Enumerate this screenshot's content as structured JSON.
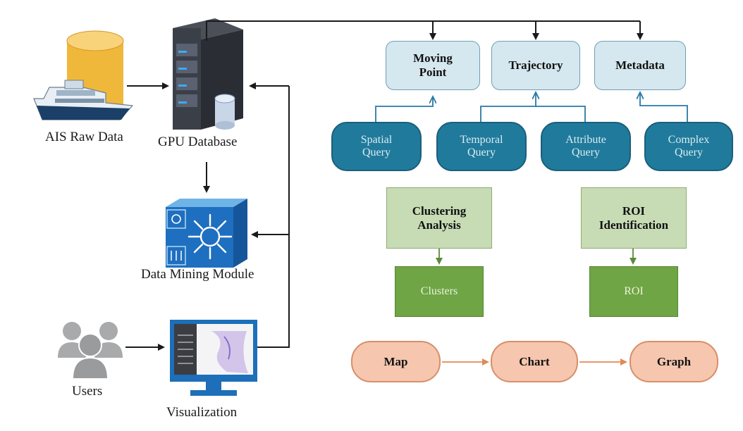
{
  "system": {
    "ais_label": "AIS Raw Data",
    "gpu_label": "GPU Database",
    "mining_label": "Data Mining Module",
    "users_label": "Users",
    "vis_label": "Visualization"
  },
  "entities": [
    {
      "line1": "Moving",
      "line2": "Point"
    },
    {
      "line1": "Trajectory",
      "line2": ""
    },
    {
      "line1": "Metadata",
      "line2": ""
    }
  ],
  "queries": [
    {
      "line1": "Spatial",
      "line2": "Query"
    },
    {
      "line1": "Temporal",
      "line2": "Query"
    },
    {
      "line1": "Attribute",
      "line2": "Query"
    },
    {
      "line1": "Complex",
      "line2": "Query"
    }
  ],
  "analysis": [
    {
      "line1": "Clustering",
      "line2": "Analysis",
      "result": "Clusters"
    },
    {
      "line1": "ROI",
      "line2": "Identification",
      "result": "ROI"
    }
  ],
  "outputs": [
    "Map",
    "Chart",
    "Graph"
  ],
  "colors": {
    "entity_fill": "#d5e8ef",
    "query_fill": "#207a9b",
    "method_fill": "#c7dcb5",
    "result_fill": "#6fa544",
    "output_fill": "#f6c6ae",
    "query_link": "#2a78a8",
    "output_link": "#e08a55",
    "system_link": "#1a1a1a"
  },
  "icons": [
    "cargo-ship-icon",
    "database-cylinder-icon",
    "server-rack-icon",
    "network-switch-icon",
    "users-group-icon",
    "monitor-icon"
  ]
}
